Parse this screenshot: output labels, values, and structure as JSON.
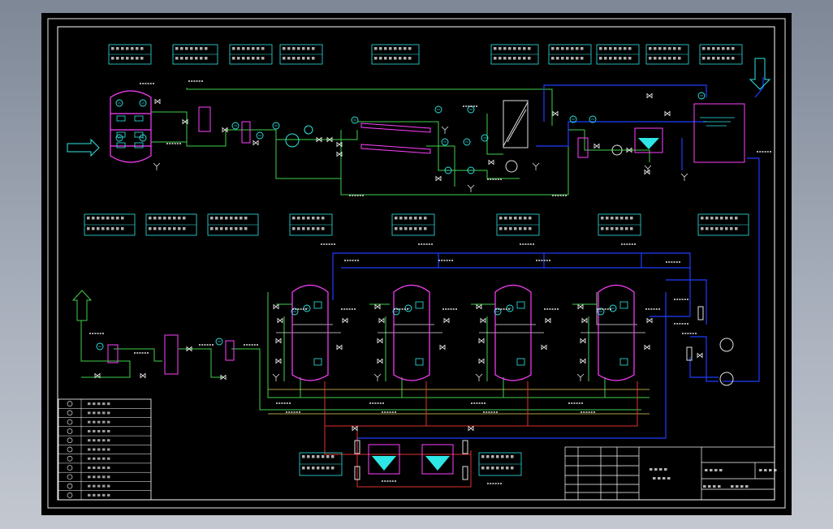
{
  "diagram": {
    "title_block": {
      "cells": [
        "",
        "",
        "",
        "",
        ""
      ]
    },
    "info_boxes_top": [
      {
        "id": "t1",
        "lines": [
          "",
          ""
        ]
      },
      {
        "id": "t2",
        "lines": [
          "",
          ""
        ]
      },
      {
        "id": "t3",
        "lines": [
          "",
          ""
        ]
      },
      {
        "id": "t4",
        "lines": [
          "",
          ""
        ]
      },
      {
        "id": "t5",
        "lines": [
          "",
          ""
        ]
      },
      {
        "id": "t6",
        "lines": [
          "",
          ""
        ]
      },
      {
        "id": "t7",
        "lines": [
          "",
          ""
        ]
      },
      {
        "id": "t8",
        "lines": [
          "",
          ""
        ]
      },
      {
        "id": "t9",
        "lines": [
          "",
          ""
        ]
      },
      {
        "id": "t10",
        "lines": [
          "",
          ""
        ]
      }
    ],
    "legend_rows": 11,
    "colors": {
      "background": "#000000",
      "frame": "#ffffff",
      "water_line": "#3fd04a",
      "drain_line": "#1e3cff",
      "acid_line": "#e03030",
      "vessel": "#ff40ff",
      "label_box": "#2ee6e6",
      "instrument": "#2ee6e6",
      "valve": "#ffffff"
    }
  }
}
